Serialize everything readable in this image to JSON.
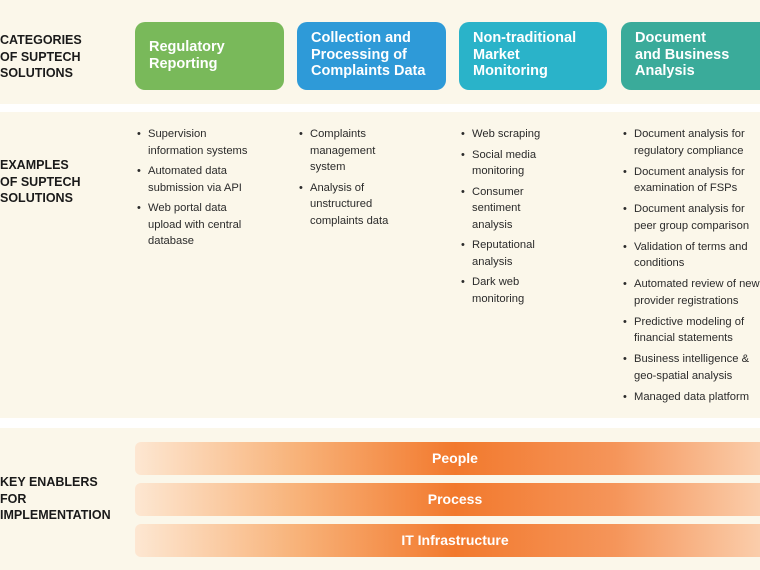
{
  "rows": {
    "categories_label": "CATEGORIES\nOF SUPTECH\nSOLUTIONS",
    "examples_label": "EXAMPLES\nOF SUPTECH\nSOLUTIONS",
    "enablers_label": "KEY ENABLERS\nFOR\nIMPLEMENTATION"
  },
  "categories": [
    {
      "label": "Regulatory\nReporting",
      "color": "#79b95a"
    },
    {
      "label": "Collection and\nProcessing of\nComplaints Data",
      "color": "#2e9ad8"
    },
    {
      "label": "Non-traditional\nMarket\nMonitoring",
      "color": "#2ab3c9"
    },
    {
      "label": "Document\nand Business\nAnalysis",
      "color": "#3aab9a"
    }
  ],
  "examples": [
    [
      "Supervision\ninformation systems",
      "Automated data\nsubmission via API",
      "Web portal data\nupload with central\ndatabase"
    ],
    [
      "Complaints\nmanagement\nsystem",
      "Analysis of\nunstructured\ncomplaints data"
    ],
    [
      "Web scraping",
      "Social media\nmonitoring",
      "Consumer\nsentiment\nanalysis",
      "Reputational\nanalysis",
      "Dark web\nmonitoring"
    ],
    [
      "Document analysis for\nregulatory compliance",
      "Document analysis for\nexamination of FSPs",
      "Document analysis for\npeer group comparison",
      "Validation of terms and\nconditions",
      "Automated review of new\nprovider registrations",
      "Predictive modeling of\nfinancial statements",
      "Business intelligence &\ngeo-spatial analysis",
      "Managed data platform"
    ]
  ],
  "enablers": [
    "People",
    "Process",
    "IT Infrastructure"
  ],
  "colors": {
    "band_background": "#fbf7ea",
    "enabler_orange": "#f2792d"
  }
}
